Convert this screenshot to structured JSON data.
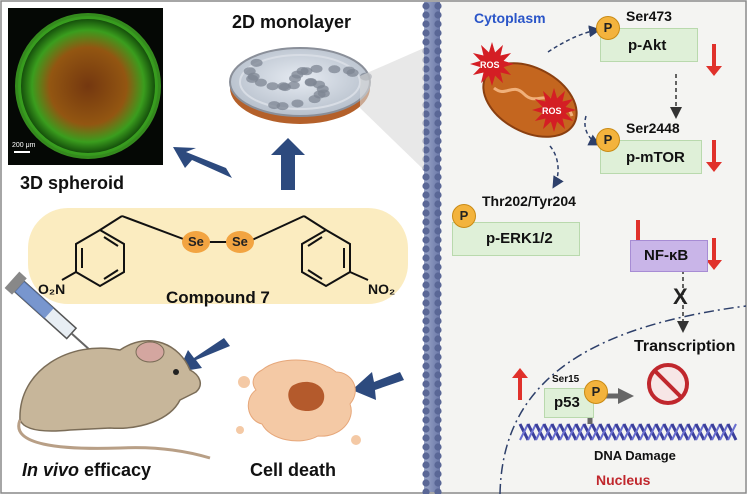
{
  "left_panel": {
    "spheroid_label": "3D spheroid",
    "spheroid_scale": "200 μm",
    "monolayer_label": "2D monolayer",
    "compound_label": "Compound 7",
    "se_left": "Se",
    "se_right": "Se",
    "o2n": "O₂N",
    "no2": "NO₂",
    "invivo_italic": "In vivo",
    "invivo_rest": " efficacy",
    "cell_death_label": "Cell death"
  },
  "right_panel": {
    "cytoplasm_label": "Cytoplasm",
    "ros_1": "ROS",
    "ros_2": "ROS",
    "p_symbol": "P",
    "ser473": "Ser473",
    "p_akt": "p-Akt",
    "ser2448": "Ser2448",
    "p_mtor": "p-mTOR",
    "thr_tyr": "Thr202/Tyr204",
    "p_erk": "p-ERK1/2",
    "nfkb": "NF-κB",
    "block_mark": "X",
    "transcription": "Transcription",
    "ser15": "Ser15",
    "p53": "p53",
    "dna_damage": "DNA Damage",
    "nucleus": "Nucleus"
  },
  "colors": {
    "cytoplasm": "#2a55c8",
    "nucleus": "#c0272d",
    "down_arrow": "#e0312b",
    "p_circle": "#f3b33d",
    "protein_box": "#dff0d8",
    "nfkb_box": "#c9b5e8",
    "ros_star": "#d41e24",
    "compound_bg": "#fbecc0",
    "se_atom": "#f2a441",
    "big_arrows": "#2d4a7e"
  },
  "icons": [
    "syringe-icon",
    "mouse-icon",
    "petri-dish-icon",
    "mitochondria-icon",
    "no-symbol-icon",
    "dna-icon",
    "cell-death-icon"
  ]
}
